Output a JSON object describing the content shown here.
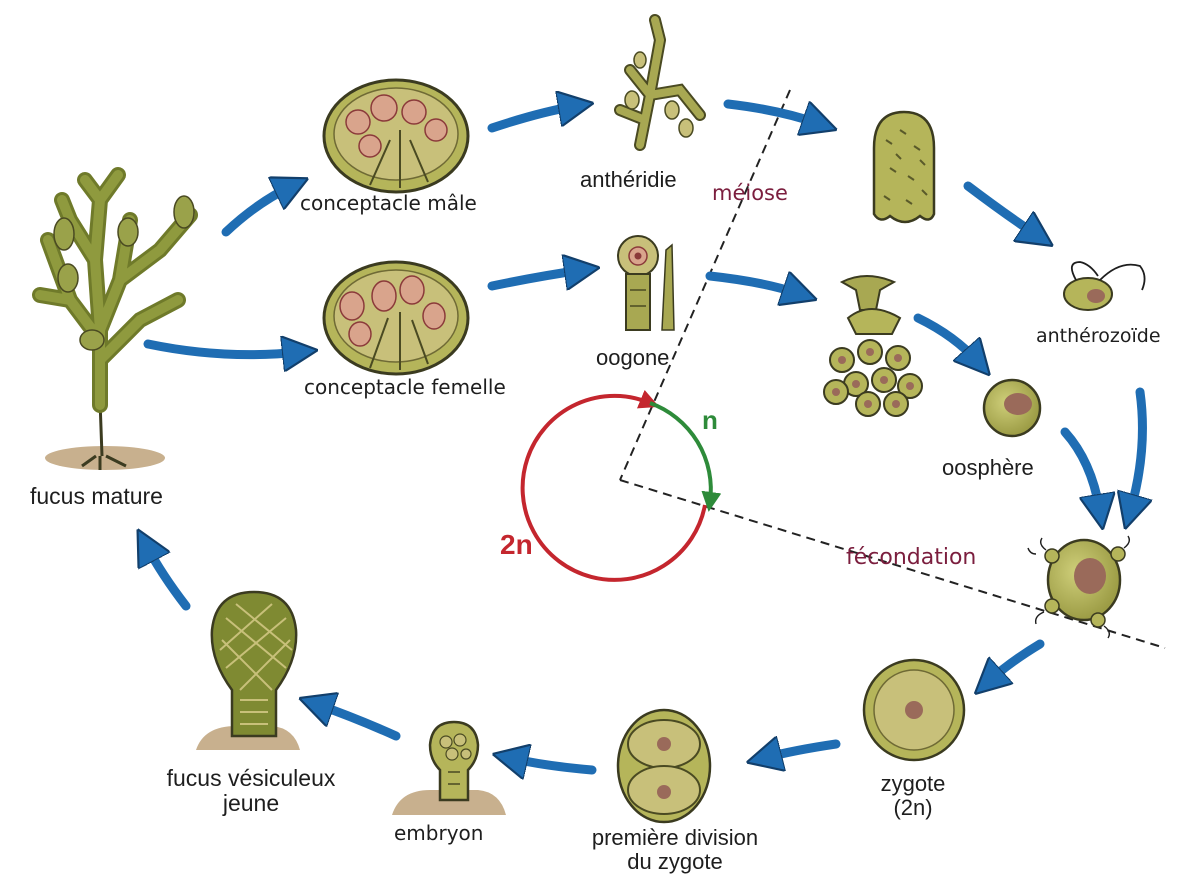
{
  "labels": {
    "fucus_mature": "fucus mature",
    "conceptacle_male": "conceptacle mâle",
    "conceptacle_femelle": "conceptacle femelle",
    "antheridie": "anthéridie",
    "oogone": "oogone",
    "meiose": "méiose",
    "antherozoide": "anthérozoïde",
    "oosphere": "oosphère",
    "fecondation": "fécondation",
    "zygote": "zygote",
    "zygote_ploidy": "(2n)",
    "premiere_division_l1": "première division",
    "premiere_division_l2": "du zygote",
    "embryon": "embryon",
    "fucus_jeune_l1": "fucus vésiculeux",
    "fucus_jeune_l2": "jeune",
    "ploidy_haploid": "n",
    "ploidy_diploid": "2n"
  },
  "colors": {
    "arrow_blue": "#1f6db3",
    "arrow_blue_dark": "#123f6b",
    "haploid_green": "#2e8b3a",
    "diploid_red": "#c4262e",
    "phase_label": "#7b1e3e",
    "cell_fill": "#b5b55a",
    "cell_stroke": "#4a4a22",
    "nucleus": "#9a6a5a",
    "ground": "#c8b08e"
  }
}
